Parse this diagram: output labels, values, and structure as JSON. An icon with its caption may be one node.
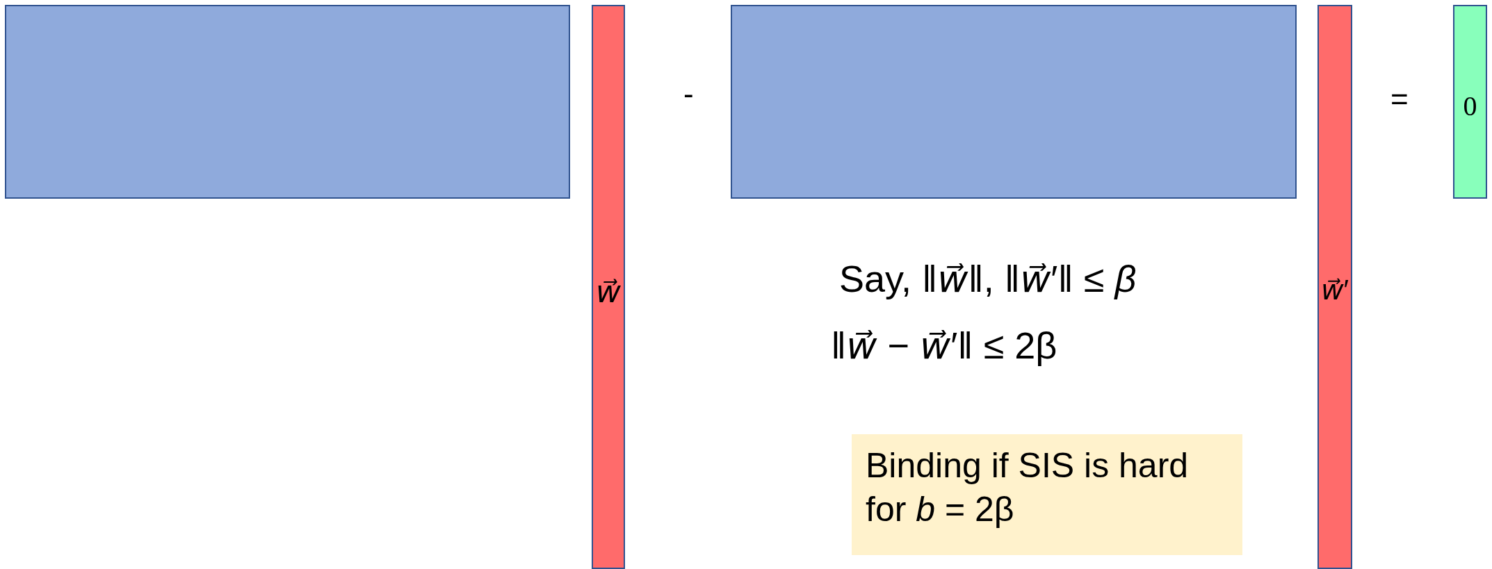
{
  "diagram": {
    "nodes": [
      {
        "text": [],
        "shape": "box"
      },
      {
        "text": [
          "*w⃗*"
        ]
      },
      {
        "text": [],
        "shape": "box"
      },
      {
        "text": [
          "*w⃗*′"
        ]
      },
      {
        "text": [
          "0"
        ]
      },
      {
        "text": [
          "Binding if SIS is hard for *b* = 2β"
        ]
      }
    ],
    "labels": [
      "-",
      "=",
      "Say, ‖*w⃗*‖, ‖*w⃗*′‖ ≤ *β*",
      "‖*w⃗* − *w⃗*′‖ ≤ 2β"
    ]
  }
}
